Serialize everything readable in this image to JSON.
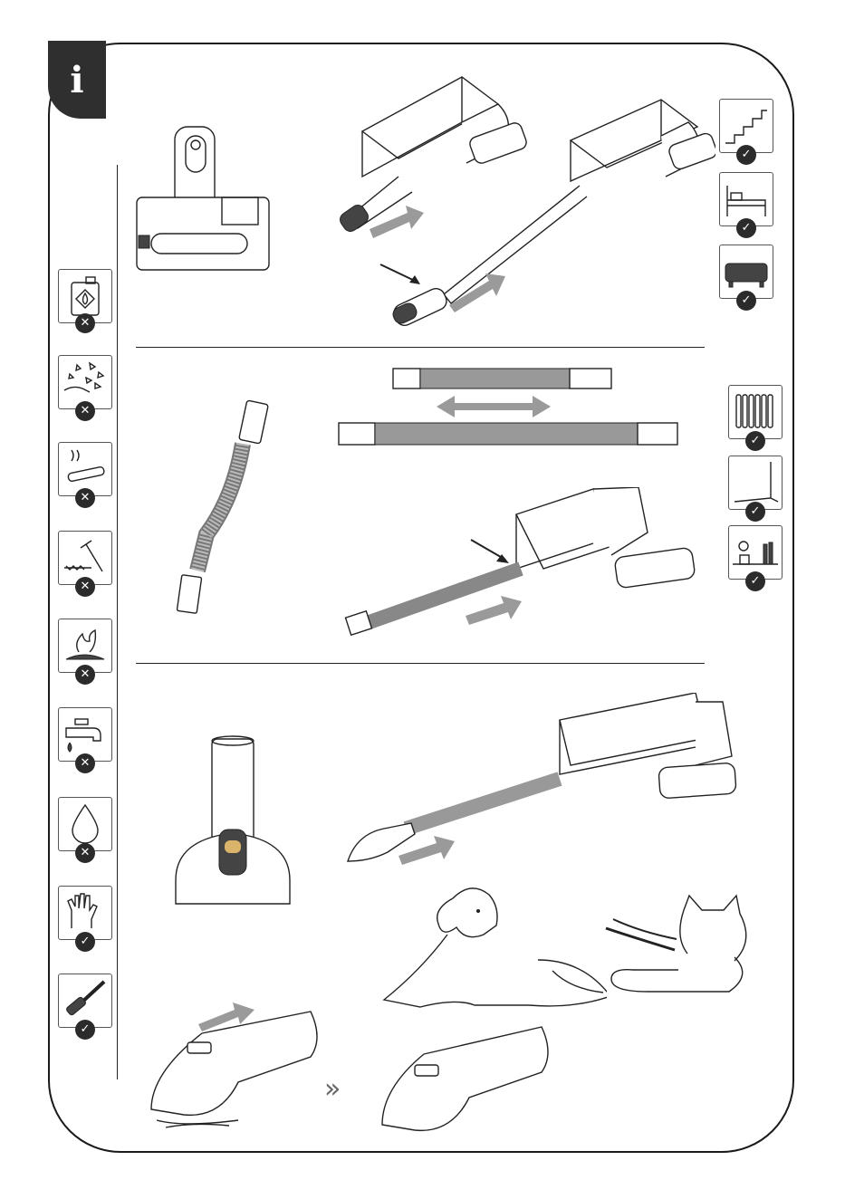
{
  "info_tab": {
    "glyph": "i"
  },
  "badges": {
    "prohibited": "✕",
    "allowed": "✓"
  },
  "left_icons": [
    {
      "name": "flammable-liquid-icon",
      "status": "prohibited"
    },
    {
      "name": "glass-shards-icon",
      "status": "prohibited"
    },
    {
      "name": "cigarette-icon",
      "status": "prohibited"
    },
    {
      "name": "nails-screws-icon",
      "status": "prohibited"
    },
    {
      "name": "burning-ash-icon",
      "status": "prohibited"
    },
    {
      "name": "faucet-water-icon",
      "status": "prohibited"
    },
    {
      "name": "liquid-drop-icon",
      "status": "prohibited"
    },
    {
      "name": "gloves-icon",
      "status": "allowed"
    },
    {
      "name": "brush-icon",
      "status": "allowed"
    }
  ],
  "right_icons_section1": [
    {
      "name": "stairs-icon",
      "status": "allowed"
    },
    {
      "name": "bed-icon",
      "status": "allowed"
    },
    {
      "name": "sofa-icon",
      "status": "allowed"
    }
  ],
  "right_icons_section2": [
    {
      "name": "radiator-icon",
      "status": "allowed"
    },
    {
      "name": "room-corner-icon",
      "status": "allowed"
    },
    {
      "name": "shelf-icon",
      "status": "allowed"
    }
  ],
  "chevrons": "»"
}
